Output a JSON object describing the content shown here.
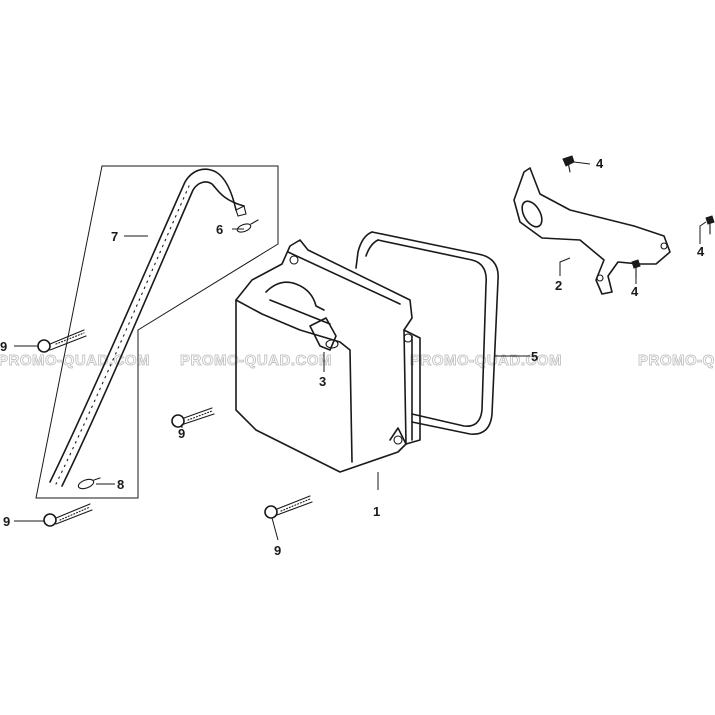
{
  "watermark": {
    "text": "PROMO-QUAD.COM",
    "color": "#c4c4c4"
  },
  "callouts": {
    "c1": "1",
    "c2": "2",
    "c3": "3",
    "c4a": "4",
    "c4b": "4",
    "c4c": "4",
    "c5": "5",
    "c6": "6",
    "c7": "7",
    "c8": "8",
    "c9a": "9",
    "c9b": "9",
    "c9c": "9",
    "c9d": "9"
  },
  "colors": {
    "line": "#1a1a1a",
    "background": "#ffffff"
  }
}
